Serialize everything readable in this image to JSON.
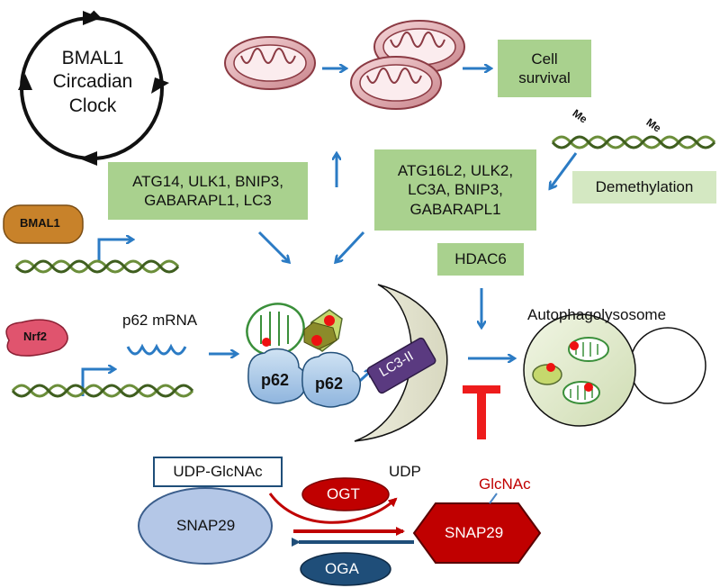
{
  "clock": {
    "label_line1": "BMAL1",
    "label_line2": "Circadian",
    "label_line3": "Clock"
  },
  "top_path": {
    "outcome_line1": "Cell",
    "outcome_line2": "survival"
  },
  "genes_left": {
    "line1": "ATG14, ULK1, BNIP3,",
    "line2": "GABARAPL1, LC3"
  },
  "genes_right": {
    "line1": "ATG16L2, ULK2,",
    "line2": "LC3A, BNIP3,",
    "line3": "GABARAPL1"
  },
  "methylation": {
    "mark1": "Me",
    "mark2": "Me",
    "process": "Demethylation"
  },
  "hdac6": "HDAC6",
  "bmal1_protein": "BMAL1",
  "nrf2_protein": "Nrf2",
  "p62_mrna": "p62 mRNA",
  "p62_left": "p62",
  "p62_right": "p62",
  "lc3": "LC3-II",
  "autophagolysosome": "Autophagolysosome",
  "glcnac_cycle": {
    "udp_glcnac": "UDP-GlcNAc",
    "udp": "UDP",
    "ogt": "OGT",
    "oga": "OGA",
    "snap29_left": "SNAP29",
    "snap29_right": "SNAP29",
    "glcnac": "GlcNAc"
  },
  "colors": {
    "arrow_blue": "#2b7bc4",
    "box_green": "#a9d18e",
    "inhibit_red": "#ee1c1c",
    "ogt_red": "#c00000",
    "oga_navy": "#1f4e79",
    "snap29_blue": "#b4c7e7",
    "snap29_red": "#c00000",
    "dna_green": "#6b8e3a",
    "bmal1_orange": "#c8822a",
    "nrf2_pink": "#e0546e"
  }
}
